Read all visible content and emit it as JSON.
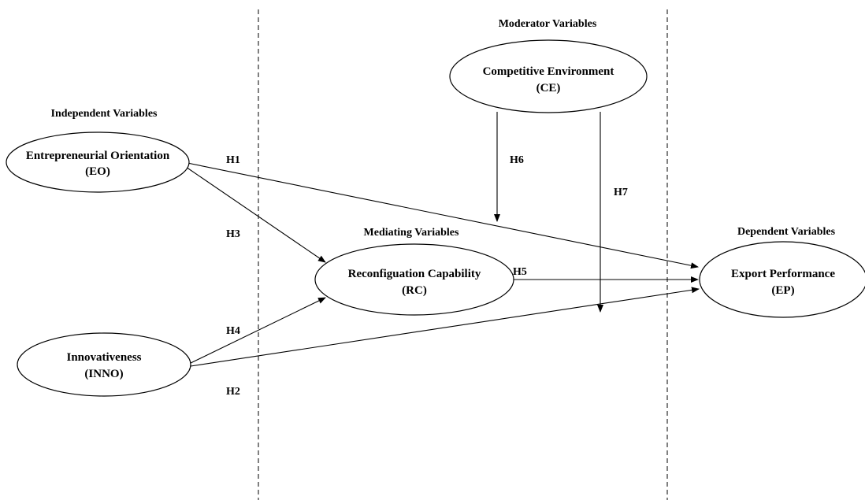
{
  "sections": {
    "independent": "Independent Variables",
    "mediating": "Mediating  Variables",
    "moderator": "Moderator Variables",
    "dependent": "Dependent Variables"
  },
  "nodes": {
    "eo": {
      "line1": "Entrepreneurial Orientation",
      "line2": "(EO)"
    },
    "inno": {
      "line1": "Innovativeness",
      "line2": "(INNO)"
    },
    "rc": {
      "line1": "Reconfiguation Capability",
      "line2": "(RC)"
    },
    "ce": {
      "line1": "Competitive Environment",
      "line2": "(CE)"
    },
    "ep": {
      "line1": "Export Performance",
      "line2": "(EP)"
    }
  },
  "hypotheses": {
    "h1": "H1",
    "h2": "H2",
    "h3": "H3",
    "h4": "H4",
    "h5": "H5",
    "h6": "H6",
    "h7": "H7"
  }
}
